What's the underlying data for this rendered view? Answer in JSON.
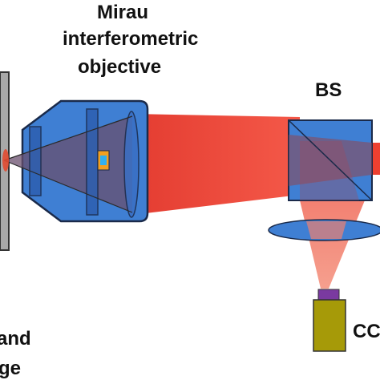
{
  "labels": {
    "objective_line1": "Mirau",
    "objective_line2": "interferometric",
    "objective_line3": "objective",
    "beam_splitter": "BS",
    "camera": "CC",
    "sample_line1": "and",
    "sample_line2": "ge"
  },
  "colors": {
    "beam_red": "#ee2a22",
    "beam_light_red": "#f08070",
    "objective_blue": "#3f7fd3",
    "objective_outline": "#1a2a4a",
    "lens_blue": "#4a7fd6",
    "sample_gray": "#a8a8a8",
    "camera_olive": "#a69a08",
    "camera_purple": "#7a3aa0"
  }
}
